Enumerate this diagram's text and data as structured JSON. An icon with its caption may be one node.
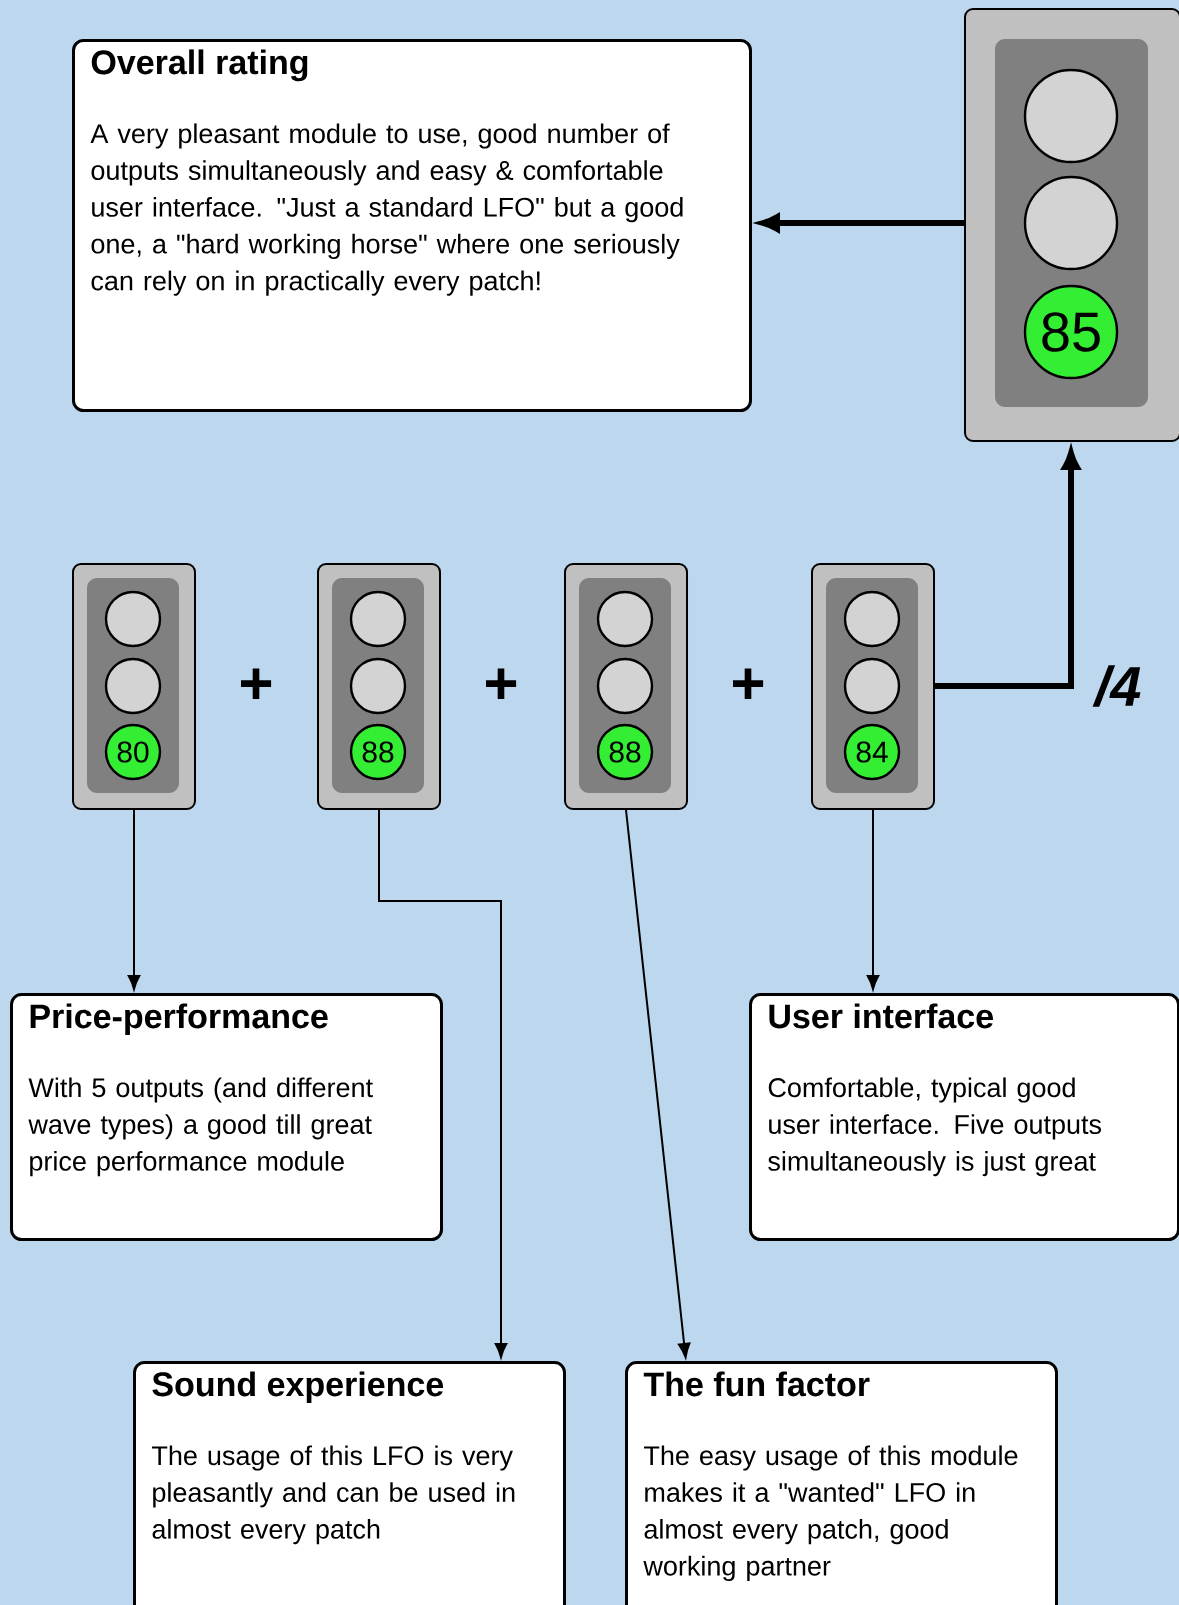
{
  "diagram": {
    "nodes": [
      {
        "text": [
          "Overall rating",
          "A very pleasant module to use, good number of outputs simultaneously and easy & comfortable user interface. \"Just a standard LFO\" but a good one, a \"hard working horse\" where one seriously can rely on in practically every patch!"
        ]
      },
      {
        "text": [
          "85"
        ]
      },
      {
        "text": [
          "80"
        ]
      },
      {
        "text": [
          "88"
        ]
      },
      {
        "text": [
          "88"
        ]
      },
      {
        "text": [
          "84"
        ]
      },
      {
        "text": [
          "Price-performance",
          "With 5 outputs (and different wave types) a good till great price performance module"
        ]
      },
      {
        "text": [
          "User interface",
          "Comfortable, typical good user interface. Five outputs simultaneously is just great"
        ]
      },
      {
        "text": [
          "Sound experience",
          "The usage of this LFO is very pleasantly and can be used in almost every patch"
        ]
      },
      {
        "text": [
          "The fun factor",
          "The easy usage of this module makes it a \"wanted\" LFO in almost every patch, good working partner"
        ]
      }
    ],
    "edges": [
      {
        "from": 1,
        "to": 0,
        "arrow": "to",
        "style": "thick"
      },
      {
        "from": 5,
        "to": 1,
        "arrow": "to",
        "style": "thick",
        "label": "/4"
      },
      {
        "from": 2,
        "to": 6,
        "arrow": "to"
      },
      {
        "from": 3,
        "to": 8,
        "arrow": "to"
      },
      {
        "from": 4,
        "to": 9,
        "arrow": "to"
      },
      {
        "from": 5,
        "to": 7,
        "arrow": "to"
      }
    ],
    "labels": [
      "+",
      "+",
      "+"
    ]
  }
}
